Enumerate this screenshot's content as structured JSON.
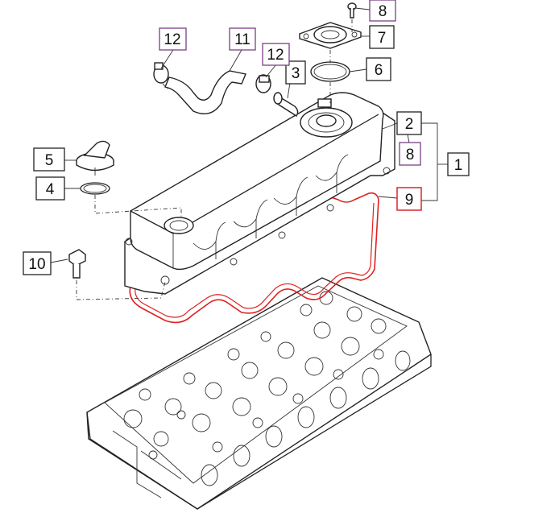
{
  "colors": {
    "box_black": "#222222",
    "box_purple": "#7b3f86",
    "box_red": "#d9272e",
    "gasket_red": "#e02020"
  },
  "callouts": {
    "c1": "1",
    "c2": "2",
    "c3": "3",
    "c4": "4",
    "c5": "5",
    "c6": "6",
    "c7": "7",
    "c8_top": "8",
    "c8_mid": "8",
    "c9": "9",
    "c10": "10",
    "c11": "11",
    "c12_left": "12",
    "c12_right": "12"
  }
}
